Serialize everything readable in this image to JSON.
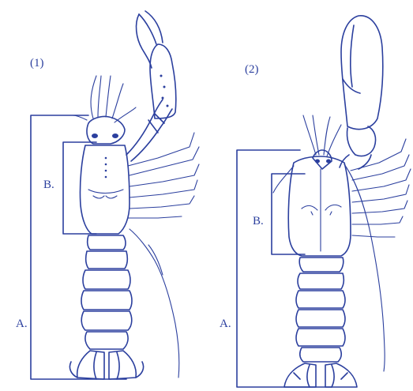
{
  "panels": [
    {
      "number_label": "(1)",
      "bracket_a_label": "A.",
      "bracket_b_label": "B."
    },
    {
      "number_label": "(2)",
      "bracket_a_label": "A.",
      "bracket_b_label": "B."
    }
  ],
  "colors": {
    "ink": "#2b3f9e",
    "background": "#ffffff"
  }
}
